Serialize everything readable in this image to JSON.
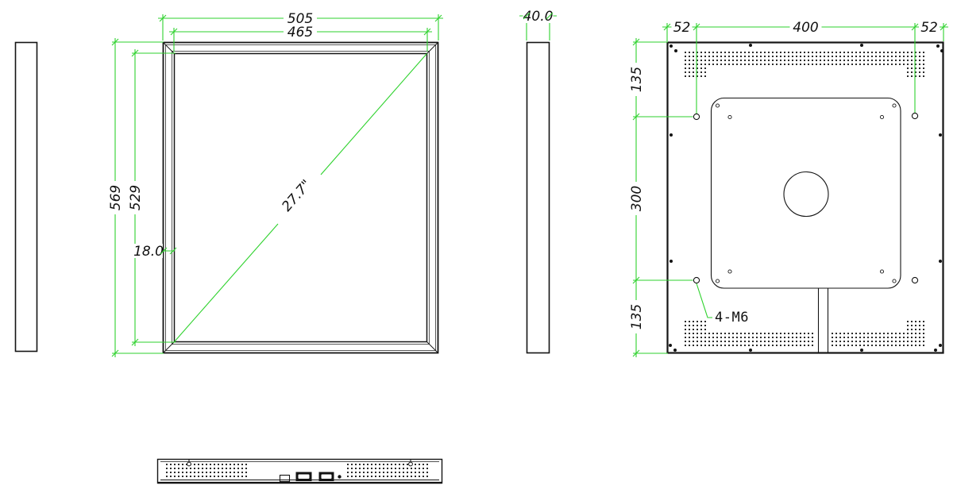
{
  "colors": {
    "dimension_lines": "#2ed22d",
    "drawing_lines": "#141414"
  },
  "front_view": {
    "outer_width": "505",
    "inner_width": "465",
    "outer_height": "569",
    "inner_height": "529",
    "bezel_width": "18.0",
    "diagonal_size": "27.7\""
  },
  "side_view": {
    "thickness": "40.0"
  },
  "back_view": {
    "margin_left": "52",
    "vesa_width": "400",
    "margin_right": "52",
    "margin_top": "135",
    "vesa_height": "300",
    "margin_bottom": "135",
    "mount_holes_label": "4-M6"
  }
}
